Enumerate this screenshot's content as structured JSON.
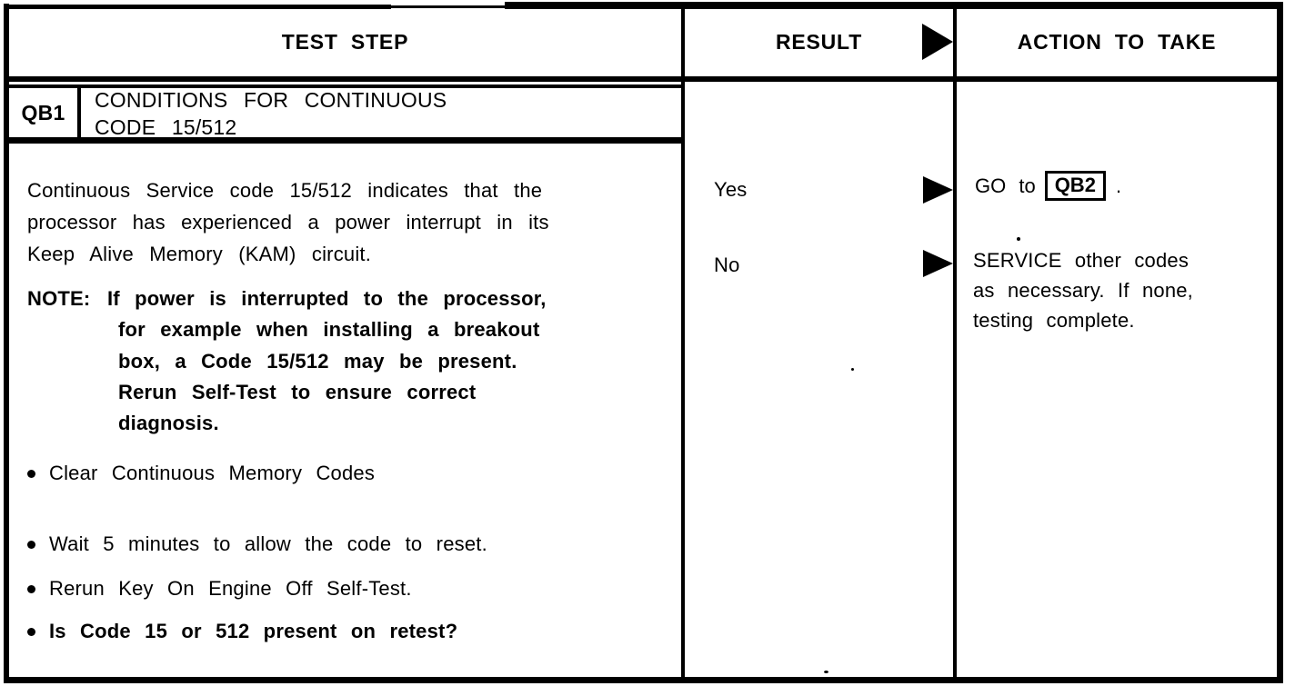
{
  "colors": {
    "ink": "#000000",
    "paper": "#ffffff"
  },
  "icons": {
    "result_arrow": "▶",
    "bullet": "●"
  },
  "header": {
    "test_step": "TEST STEP",
    "result": "RESULT",
    "action": "ACTION TO TAKE"
  },
  "step": {
    "id": "QB1",
    "title_line1": "CONDITIONS FOR CONTINUOUS",
    "title_line2": "CODE 15/512",
    "description_line1": "Continuous Service code 15/512 indicates that the",
    "description_line2": "processor has experienced a power interrupt in its",
    "description_line3": "Keep Alive Memory (KAM) circuit.",
    "note_label": "NOTE:",
    "note_line1": "If power is interrupted to the processor,",
    "note_line2": "for example when installing a breakout",
    "note_line3": "box, a Code 15/512 may be present.",
    "note_line4": "Rerun Self-Test to ensure correct",
    "note_line5": "diagnosis.",
    "bullets": [
      {
        "text": "Clear Continuous Memory Codes"
      },
      {
        "text": "Wait 5 minutes to allow the code to reset."
      },
      {
        "text": "Rerun Key On Engine Off Self-Test."
      },
      {
        "text": "Is Code 15 or 512 present on retest?"
      }
    ],
    "results": {
      "yes": {
        "label": "Yes"
      },
      "no": {
        "label": "No"
      }
    },
    "actions": {
      "yes": {
        "prefix": "GO to",
        "target": "QB2",
        "suffix": "."
      },
      "no": {
        "line1": "SERVICE other codes",
        "line2": "as necessary. If none,",
        "line3": "testing complete."
      }
    }
  }
}
